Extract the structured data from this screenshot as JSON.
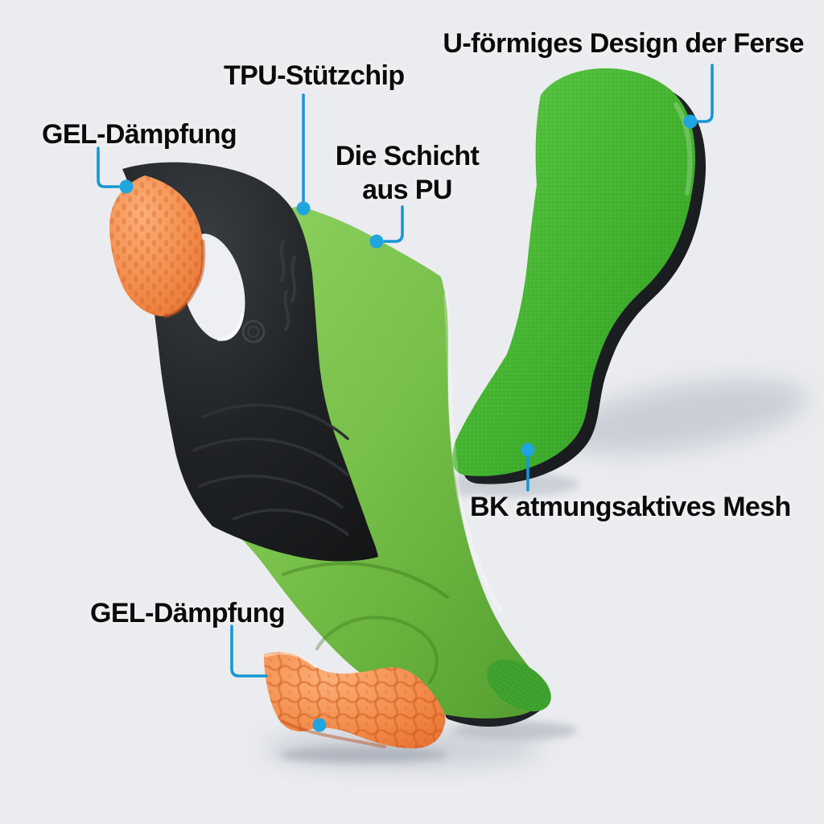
{
  "annotations": {
    "heel_design": {
      "text": "U-förmiges Design der Ferse"
    },
    "tpu_chip": {
      "text": "TPU-Stützchip"
    },
    "gel_heel": {
      "text": "GEL-Dämpfung"
    },
    "pu_layer": {
      "text": "Die Schicht\naus PU"
    },
    "mesh": {
      "text": "BK atmungsaktives Mesh"
    },
    "gel_forefoot": {
      "text": "GEL-Dämpfung"
    }
  },
  "colors": {
    "background": "#eaecef",
    "callout_line_blue": "#1797d3",
    "callout_dot_blue": "#21a5de",
    "label_text": "#0a0b0c",
    "mesh_green": "#46b431",
    "pu_green": "#76bf48",
    "shell_black": "#1d2023",
    "gel_orange": "#f28a4a"
  }
}
